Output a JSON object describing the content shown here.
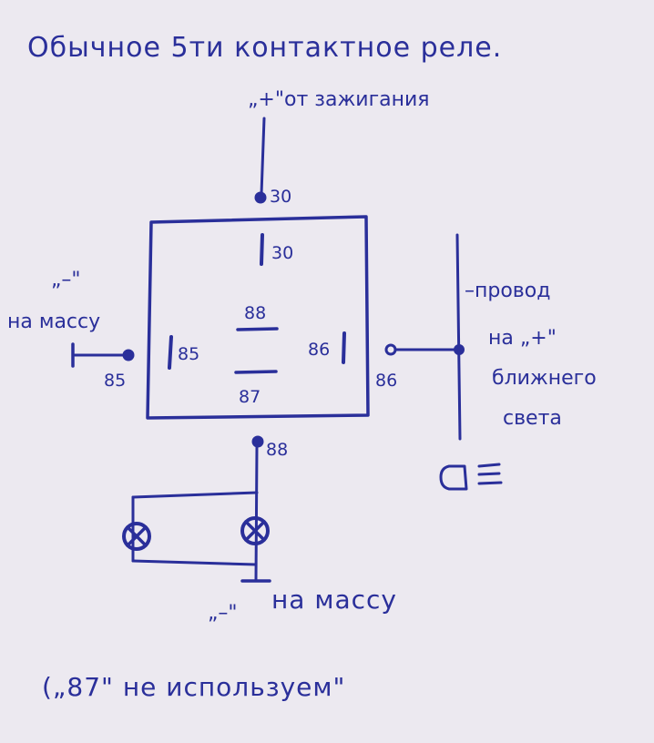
{
  "title": "Обычное 5ти контактное реле.",
  "colors": {
    "ink": "#2a2f9a",
    "paper": "#ece9f0"
  },
  "power_label": {
    "prefix": "„+\"",
    "text": "от зажигания"
  },
  "ground_left_label": {
    "mark": "„–\"",
    "text": "на массу"
  },
  "headlight_label": {
    "line1": "–провод",
    "line2": "на „+\"",
    "line3": "ближнего",
    "line4": "света"
  },
  "ground_bottom_label": {
    "mark": "„–\"",
    "text": "на массу"
  },
  "note": "(„87\" не используем\"",
  "relay": {
    "pins": {
      "top_external": "30",
      "top_internal": "30",
      "center_top": "88",
      "left_internal": "85",
      "right_internal": "86",
      "center_bottom": "87",
      "left_external": "85",
      "right_external": "86",
      "bottom_external": "88"
    }
  },
  "icons": {
    "lamp": "lamp-cross-icon",
    "headlight": "low-beam-icon",
    "ground": "ground-icon"
  }
}
